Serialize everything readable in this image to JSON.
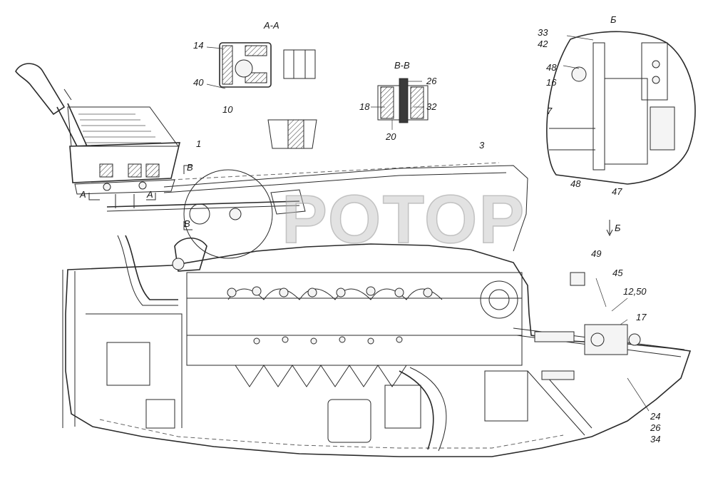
{
  "watermark": "РОТОР",
  "sections": {
    "aa": "А-А",
    "vv": "В-В",
    "b": "Б",
    "b_arrow": "Б",
    "a_left": "А",
    "a_right": "А",
    "v_top": "В",
    "v_bottom": "В"
  },
  "callouts": {
    "c14": "14",
    "c40": "40",
    "c10": "10",
    "c26": "26",
    "c18": "18",
    "c32": "32",
    "c20": "20",
    "c1": "1",
    "c3": "3",
    "c33": "33",
    "c42": "42",
    "c48a": "48",
    "c16": "16",
    "c7": "7",
    "c48b": "48",
    "c47": "47",
    "c49": "49",
    "c45": "45",
    "c1250": "12,50",
    "c17": "17",
    "c24": "24",
    "c26b": "26",
    "c34": "34"
  }
}
